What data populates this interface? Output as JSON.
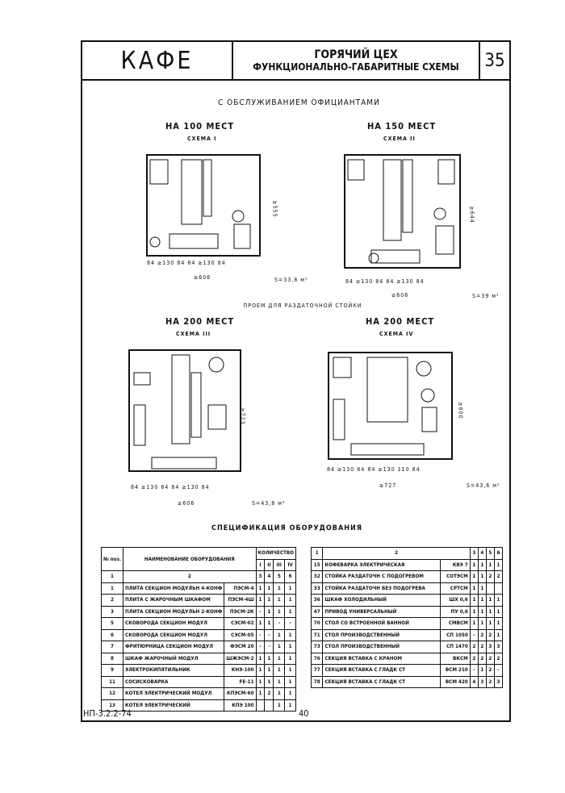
{
  "header": {
    "title": "КАФЕ",
    "line1": "ГОРЯЧИЙ ЦЕХ",
    "line2": "ФУНКЦИОНАЛЬНО-ГАБАРИТНЫЕ СХЕМЫ",
    "sheet": "35"
  },
  "section_title": "С ОБСЛУЖИВАНИЕМ ОФИЦИАНТАМИ",
  "schemes": [
    {
      "title": "НА 100 МЕСТ",
      "label": "СХЕМА I",
      "width": "≥606",
      "dims": "84 ≥130 84 84 ≥130 84",
      "height": "≥555",
      "area": "S=33,8 м²"
    },
    {
      "title": "НА 150 МЕСТ",
      "label": "СХЕМА II",
      "width": "≥606",
      "dims": "84 ≥130 84 84 ≥130 84",
      "height": "≥644",
      "area": "S=39 м²"
    },
    {
      "title": "НА 200 МЕСТ",
      "label": "СХЕМА III",
      "width": "≥606",
      "dims": "84 ≥130 84 84 ≥130 84",
      "height": "≥723",
      "area": "S=43,8 м²"
    },
    {
      "title": "НА 200 МЕСТ",
      "label": "СХЕМА IV",
      "width": "≥727",
      "dims": "84 ≥130 84 84 ≥130 110 84",
      "height": "≥600",
      "area": "S=43,6 м²"
    }
  ],
  "annotation": "ПРОЕМ ДЛЯ РАЗДАТОЧНОЙ СТОЙКИ",
  "spec_title": "СПЕЦИФИКАЦИЯ ОБОРУДОВАНИЯ",
  "table1": {
    "h_no": "№ поз.",
    "h_name": "НАИМЕНОВАНИЕ ОБОРУДОВАНИЯ",
    "h_qty": "КОЛИЧЕСТВО",
    "h_cols": [
      "I",
      "II",
      "III",
      "IV"
    ],
    "h_nums": [
      "1",
      "2",
      "3",
      "4",
      "5",
      "6"
    ],
    "rows": [
      [
        "1",
        "ПЛИТА СЕКЦИОН МОДУЛЬН 4-КОНФ",
        "ПЭСМ-4",
        "1",
        "1",
        "1",
        "1"
      ],
      [
        "2",
        "ПЛИТА С ЖАРОЧНЫМ ШКАФОМ",
        "ПЭСМ-4Ш",
        "1",
        "1",
        "1",
        "1"
      ],
      [
        "3",
        "ПЛИТА СЕКЦИОН МОДУЛЬН 2-КОНФ",
        "ПЭСМ-2К",
        "-",
        "1",
        "1",
        "1"
      ],
      [
        "5",
        "СКОВОРОДА СЕКЦИОН МОДУЛ",
        "СЭСМ-02",
        "1",
        "1",
        "-",
        "-"
      ],
      [
        "6",
        "СКОВОРОДА СЕКЦИОН МОДУЛ",
        "СЭСМ-05",
        "-",
        "-",
        "1",
        "1"
      ],
      [
        "7",
        "ФРИТЮРНИЦА СЕКЦИОН МОДУЛ",
        "ФЭСМ 20",
        "-",
        "-",
        "1",
        "1"
      ],
      [
        "8",
        "ШКАФ ЖАРОЧНЫЙ МОДУЛ",
        "ШЖЭСМ-2",
        "1",
        "1",
        "1",
        "1"
      ],
      [
        "9",
        "ЭЛЕКТРОКИПЯТИЛЬНИК",
        "КНЭ-100",
        "1",
        "1",
        "1",
        "1"
      ],
      [
        "11",
        "СОСИСКОВАРКА",
        "FE-11",
        "1",
        "1",
        "1",
        "1"
      ],
      [
        "12",
        "КОТЕЛ ЭЛЕКТРИЧЕСКИЙ МОДУЛ",
        "КПЭСМ-60",
        "1",
        "2",
        "1",
        "1"
      ],
      [
        "13",
        "КОТЕЛ ЭЛЕКТРИЧЕСКИЙ",
        "КПЭ 100",
        "",
        "",
        "1",
        "1"
      ]
    ]
  },
  "table2": {
    "h_nums": [
      "1",
      "2",
      "3",
      "4",
      "5",
      "6"
    ],
    "rows": [
      [
        "15",
        "КОФЕВАРКА ЭЛЕКТРИЧЕСКАЯ",
        "КВЭ 7",
        "1",
        "1",
        "1",
        "1"
      ],
      [
        "32",
        "СТОЙКА РАЗДАТОЧН С ПОДОГРЕВОМ",
        "СОТЭСМ",
        "1",
        "1",
        "2",
        "2"
      ],
      [
        "33",
        "СТОЙКА РАЗДАТОЧН БЕЗ ПОДОГРЕВА",
        "СРТСМ",
        "1",
        "1",
        "",
        ""
      ],
      [
        "36",
        "ШКАФ ХОЛОДИЛЬНЫЙ",
        "ШХ 0,6",
        "1",
        "1",
        "1",
        "1"
      ],
      [
        "47",
        "ПРИВОД УНИВЕРСАЛЬНЫЙ",
        "ПУ 0,6",
        "1",
        "1",
        "1",
        "1"
      ],
      [
        "70",
        "СТОЛ СО ВСТРОЕННОЙ ВАННОЙ",
        "СМВСМ",
        "1",
        "1",
        "1",
        "1"
      ],
      [
        "71",
        "СТОЛ ПРОИЗВОДСТВЕННЫЙ",
        "СП 1050",
        "-",
        "2",
        "2",
        "1"
      ],
      [
        "73",
        "СТОЛ ПРОИЗВОДСТВЕННЫЙ",
        "СП 1470",
        "2",
        "2",
        "3",
        "3"
      ],
      [
        "76",
        "СЕКЦИЯ ВСТАВКА С КРАНОМ",
        "ВКСМ",
        "2",
        "2",
        "2",
        "2"
      ],
      [
        "77",
        "СЕКЦИЯ ВСТАВКА С ГЛАДК СТ",
        "ВСМ 210",
        "-",
        "1",
        "2",
        "-"
      ],
      [
        "78",
        "СЕКЦИЯ ВСТАВКА С ГЛАДК СТ",
        "ВСМ 420",
        "4",
        "3",
        "2",
        "3"
      ]
    ]
  },
  "footer": {
    "code": "НП-3.2.2-74",
    "page": "40"
  }
}
